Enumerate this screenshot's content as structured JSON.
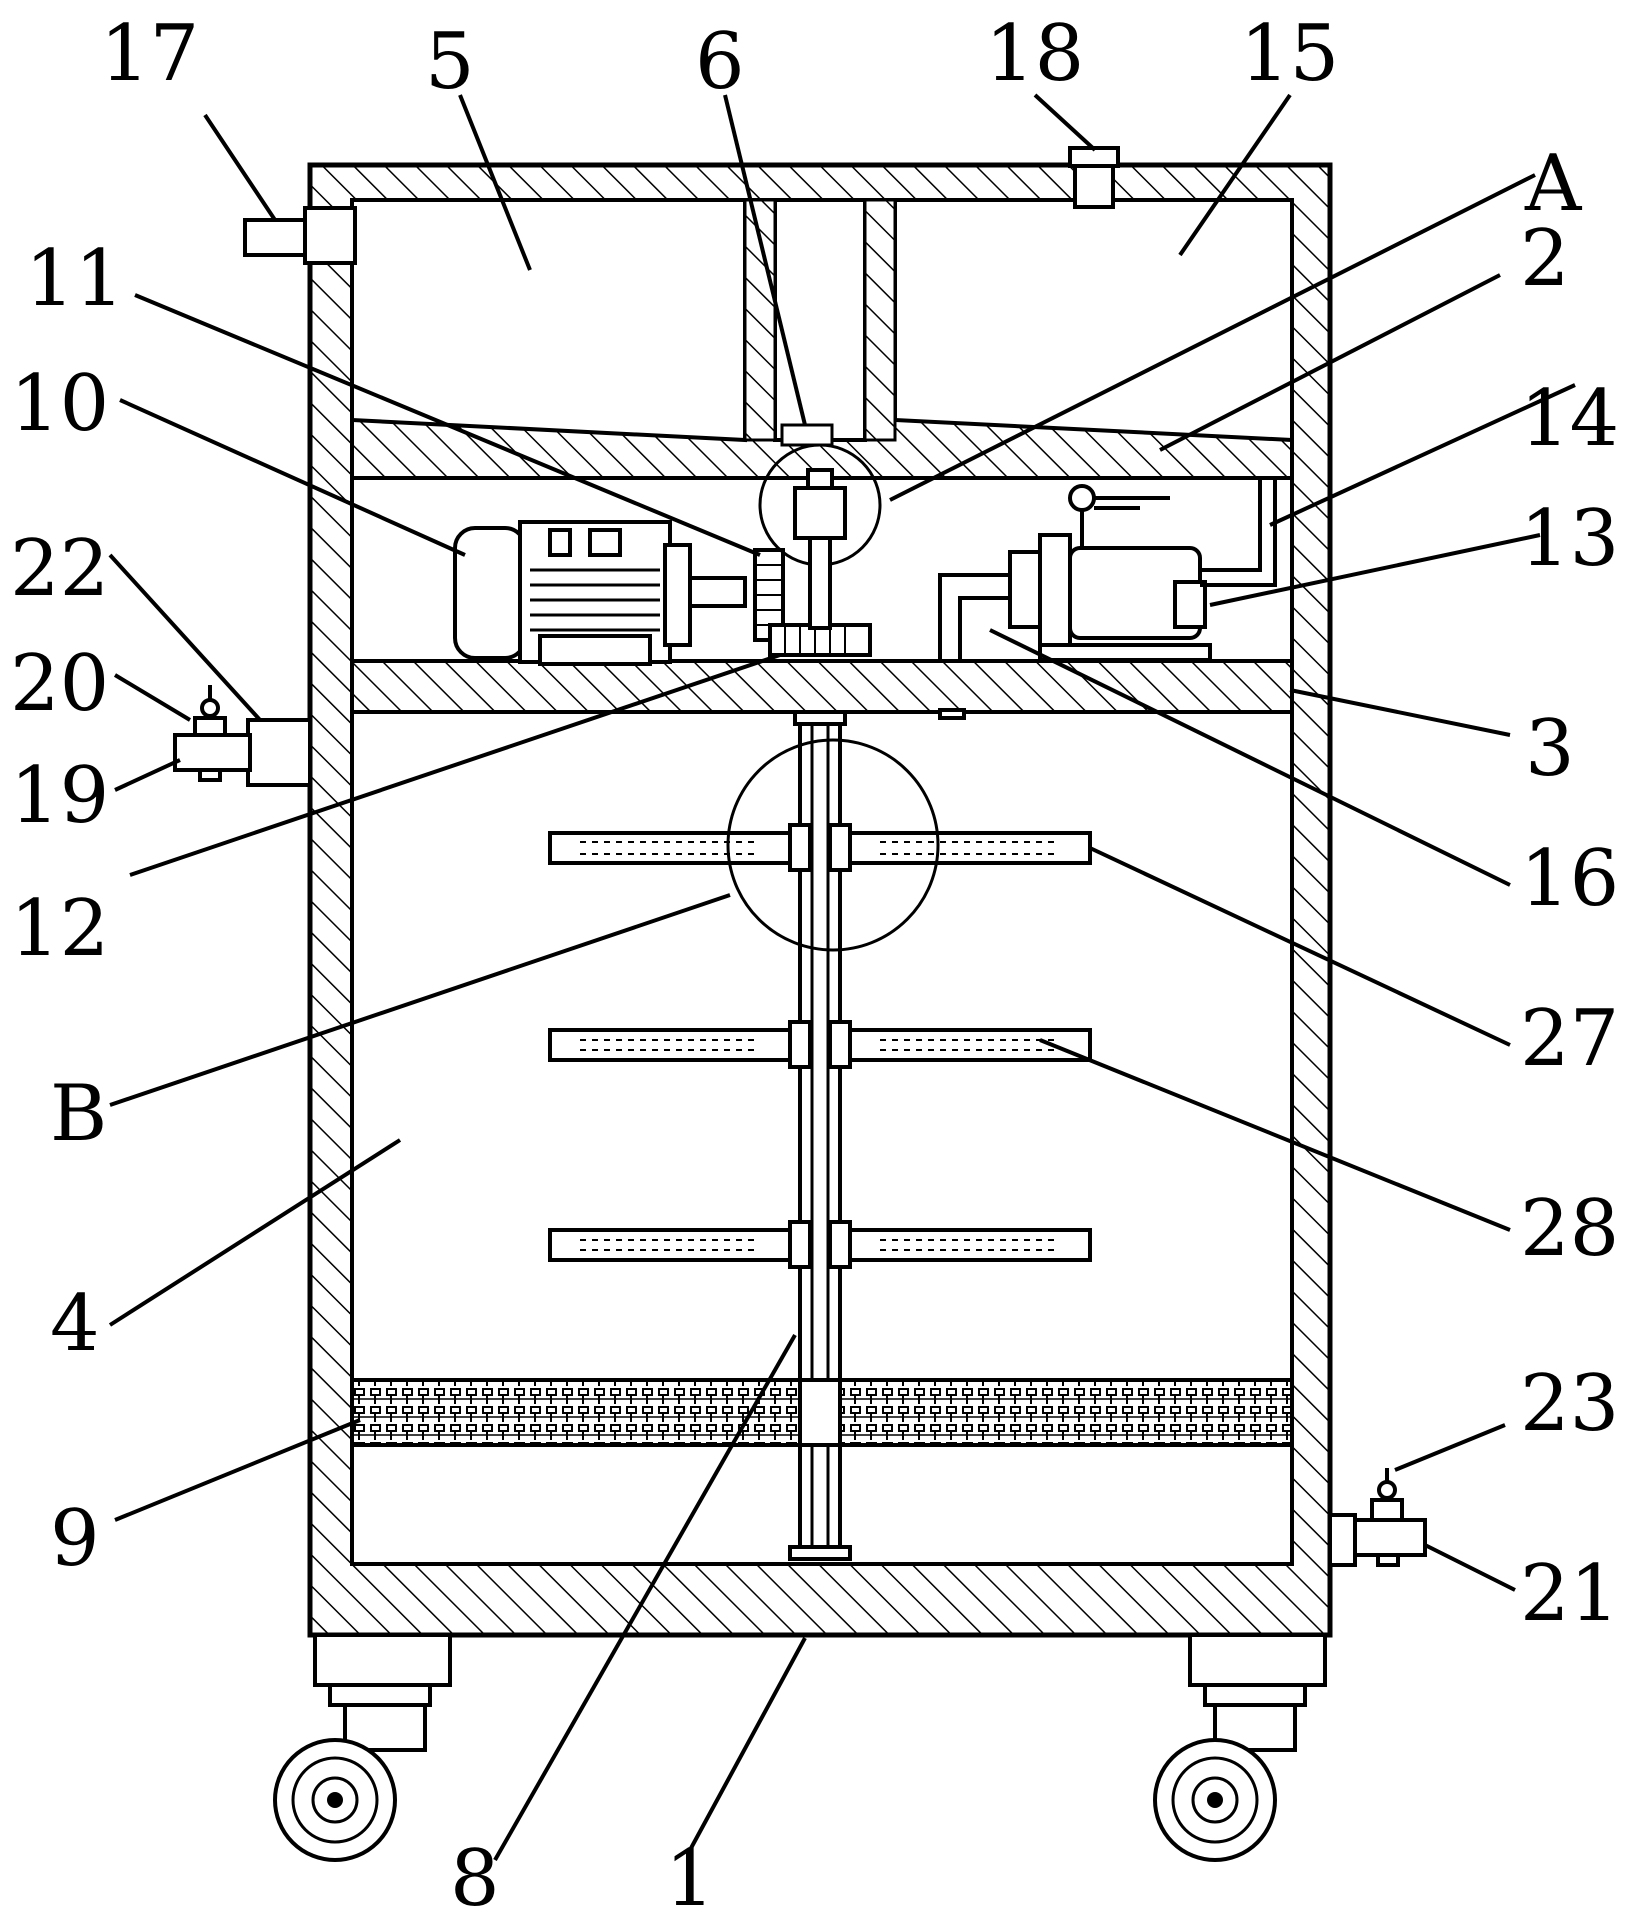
{
  "labels": {
    "l1": "1",
    "l2": "2",
    "l3": "3",
    "l4": "4",
    "l5": "5",
    "l6": "6",
    "l8": "8",
    "l9": "9",
    "l10": "10",
    "l11": "11",
    "l12": "12",
    "l13": "13",
    "l14": "14",
    "l15": "15",
    "l16": "16",
    "l17": "17",
    "l18": "18",
    "l19": "19",
    "l20": "20",
    "l21": "21",
    "l22": "22",
    "l23": "23",
    "l27": "27",
    "l28": "28",
    "lA": "A",
    "lB": "B"
  }
}
